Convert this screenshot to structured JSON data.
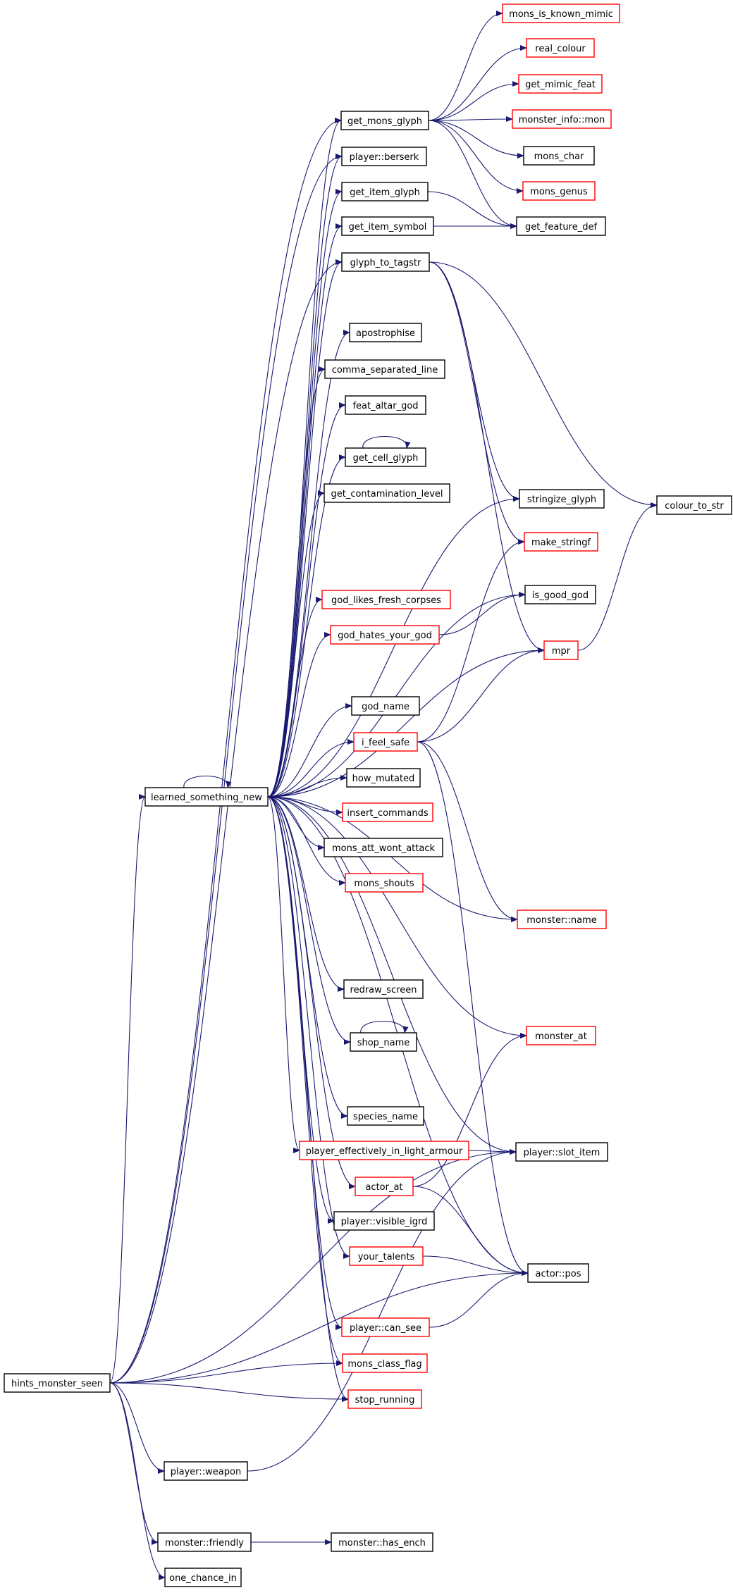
{
  "colors": {
    "edge": "#191970",
    "normal_border": "#000000",
    "truncated_border": "#ff0000",
    "root_fill": "#bfbfbf"
  },
  "nodes": [
    {
      "id": "hints_monster_seen",
      "label": "hints_monster_seen",
      "style": "root"
    },
    {
      "id": "learned_something_new",
      "label": "learned_something_new",
      "style": "normal"
    },
    {
      "id": "get_mons_glyph",
      "label": "get_mons_glyph",
      "style": "normal"
    },
    {
      "id": "mons_is_known_mimic",
      "label": "mons_is_known_mimic",
      "style": "truncated"
    },
    {
      "id": "real_colour",
      "label": "real_colour",
      "style": "truncated"
    },
    {
      "id": "get_mimic_feat",
      "label": "get_mimic_feat",
      "style": "truncated"
    },
    {
      "id": "monster_info_mon",
      "label": "monster_info::mon",
      "style": "truncated"
    },
    {
      "id": "mons_char",
      "label": "mons_char",
      "style": "normal"
    },
    {
      "id": "mons_genus",
      "label": "mons_genus",
      "style": "truncated"
    },
    {
      "id": "player_berserk",
      "label": "player::berserk",
      "style": "normal"
    },
    {
      "id": "get_item_glyph",
      "label": "get_item_glyph",
      "style": "normal"
    },
    {
      "id": "get_item_symbol",
      "label": "get_item_symbol",
      "style": "normal"
    },
    {
      "id": "get_feature_def",
      "label": "get_feature_def",
      "style": "normal"
    },
    {
      "id": "glyph_to_tagstr",
      "label": "glyph_to_tagstr",
      "style": "normal"
    },
    {
      "id": "apostrophise",
      "label": "apostrophise",
      "style": "normal"
    },
    {
      "id": "comma_separated_line",
      "label": "comma_separated_line",
      "style": "normal"
    },
    {
      "id": "feat_altar_god",
      "label": "feat_altar_god",
      "style": "normal"
    },
    {
      "id": "get_cell_glyph",
      "label": "get_cell_glyph",
      "style": "normal"
    },
    {
      "id": "get_contamination_level",
      "label": "get_contamination_level",
      "style": "normal"
    },
    {
      "id": "stringize_glyph",
      "label": "stringize_glyph",
      "style": "normal"
    },
    {
      "id": "colour_to_str",
      "label": "colour_to_str",
      "style": "normal"
    },
    {
      "id": "make_stringf",
      "label": "make_stringf",
      "style": "truncated"
    },
    {
      "id": "is_good_god",
      "label": "is_good_god",
      "style": "normal"
    },
    {
      "id": "god_likes_fresh_corpses",
      "label": "god_likes_fresh_corpses",
      "style": "truncated"
    },
    {
      "id": "god_hates_your_god",
      "label": "god_hates_your_god",
      "style": "truncated"
    },
    {
      "id": "mpr",
      "label": "mpr",
      "style": "truncated"
    },
    {
      "id": "god_name",
      "label": "god_name",
      "style": "normal"
    },
    {
      "id": "i_feel_safe",
      "label": "i_feel_safe",
      "style": "truncated"
    },
    {
      "id": "how_mutated",
      "label": "how_mutated",
      "style": "normal"
    },
    {
      "id": "insert_commands",
      "label": "insert_commands",
      "style": "truncated"
    },
    {
      "id": "mons_att_wont_attack",
      "label": "mons_att_wont_attack",
      "style": "normal"
    },
    {
      "id": "mons_shouts",
      "label": "mons_shouts",
      "style": "truncated"
    },
    {
      "id": "monster_name",
      "label": "monster::name",
      "style": "truncated"
    },
    {
      "id": "redraw_screen",
      "label": "redraw_screen",
      "style": "normal"
    },
    {
      "id": "shop_name",
      "label": "shop_name",
      "style": "normal"
    },
    {
      "id": "monster_at",
      "label": "monster_at",
      "style": "truncated"
    },
    {
      "id": "species_name",
      "label": "species_name",
      "style": "normal"
    },
    {
      "id": "player_effectively_in_light_armour",
      "label": "player_effectively_in_light_armour",
      "style": "truncated"
    },
    {
      "id": "player_slot_item",
      "label": "player::slot_item",
      "style": "normal"
    },
    {
      "id": "actor_at",
      "label": "actor_at",
      "style": "truncated"
    },
    {
      "id": "player_visible_igrd",
      "label": "player::visible_igrd",
      "style": "normal"
    },
    {
      "id": "your_talents",
      "label": "your_talents",
      "style": "truncated"
    },
    {
      "id": "actor_pos",
      "label": "actor::pos",
      "style": "normal"
    },
    {
      "id": "player_can_see",
      "label": "player::can_see",
      "style": "truncated"
    },
    {
      "id": "mons_class_flag",
      "label": "mons_class_flag",
      "style": "truncated"
    },
    {
      "id": "stop_running",
      "label": "stop_running",
      "style": "truncated"
    },
    {
      "id": "player_weapon",
      "label": "player::weapon",
      "style": "normal"
    },
    {
      "id": "monster_friendly",
      "label": "monster::friendly",
      "style": "normal"
    },
    {
      "id": "monster_has_ench",
      "label": "monster::has_ench",
      "style": "normal"
    },
    {
      "id": "one_chance_in",
      "label": "one_chance_in",
      "style": "normal"
    }
  ],
  "edges": [
    [
      "hints_monster_seen",
      "learned_something_new"
    ],
    [
      "hints_monster_seen",
      "get_mons_glyph"
    ],
    [
      "hints_monster_seen",
      "player_berserk"
    ],
    [
      "hints_monster_seen",
      "glyph_to_tagstr"
    ],
    [
      "hints_monster_seen",
      "mons_class_flag"
    ],
    [
      "hints_monster_seen",
      "stop_running"
    ],
    [
      "hints_monster_seen",
      "player_slot_item"
    ],
    [
      "hints_monster_seen",
      "actor_pos"
    ],
    [
      "hints_monster_seen",
      "player_weapon"
    ],
    [
      "hints_monster_seen",
      "monster_friendly"
    ],
    [
      "hints_monster_seen",
      "one_chance_in"
    ],
    [
      "learned_something_new",
      "learned_something_new"
    ],
    [
      "learned_something_new",
      "get_mons_glyph"
    ],
    [
      "learned_something_new",
      "player_berserk"
    ],
    [
      "learned_something_new",
      "get_item_glyph"
    ],
    [
      "learned_something_new",
      "get_item_symbol"
    ],
    [
      "learned_something_new",
      "glyph_to_tagstr"
    ],
    [
      "learned_something_new",
      "apostrophise"
    ],
    [
      "learned_something_new",
      "comma_separated_line"
    ],
    [
      "learned_something_new",
      "feat_altar_god"
    ],
    [
      "learned_something_new",
      "get_cell_glyph"
    ],
    [
      "learned_something_new",
      "get_contamination_level"
    ],
    [
      "learned_something_new",
      "stringize_glyph"
    ],
    [
      "learned_something_new",
      "is_good_god"
    ],
    [
      "learned_something_new",
      "god_likes_fresh_corpses"
    ],
    [
      "learned_something_new",
      "god_hates_your_god"
    ],
    [
      "learned_something_new",
      "mpr"
    ],
    [
      "learned_something_new",
      "god_name"
    ],
    [
      "learned_something_new",
      "i_feel_safe"
    ],
    [
      "learned_something_new",
      "how_mutated"
    ],
    [
      "learned_something_new",
      "insert_commands"
    ],
    [
      "learned_something_new",
      "mons_att_wont_attack"
    ],
    [
      "learned_something_new",
      "mons_shouts"
    ],
    [
      "learned_something_new",
      "monster_name"
    ],
    [
      "learned_something_new",
      "redraw_screen"
    ],
    [
      "learned_something_new",
      "shop_name"
    ],
    [
      "learned_something_new",
      "monster_at"
    ],
    [
      "learned_something_new",
      "species_name"
    ],
    [
      "learned_something_new",
      "player_effectively_in_light_armour"
    ],
    [
      "learned_something_new",
      "player_slot_item"
    ],
    [
      "learned_something_new",
      "actor_at"
    ],
    [
      "learned_something_new",
      "player_visible_igrd"
    ],
    [
      "learned_something_new",
      "your_talents"
    ],
    [
      "learned_something_new",
      "actor_pos"
    ],
    [
      "learned_something_new",
      "player_can_see"
    ],
    [
      "learned_something_new",
      "mons_class_flag"
    ],
    [
      "learned_something_new",
      "stop_running"
    ],
    [
      "get_mons_glyph",
      "mons_is_known_mimic"
    ],
    [
      "get_mons_glyph",
      "real_colour"
    ],
    [
      "get_mons_glyph",
      "get_mimic_feat"
    ],
    [
      "get_mons_glyph",
      "monster_info_mon"
    ],
    [
      "get_mons_glyph",
      "mons_char"
    ],
    [
      "get_mons_glyph",
      "mons_genus"
    ],
    [
      "get_mons_glyph",
      "get_feature_def"
    ],
    [
      "get_item_glyph",
      "get_feature_def"
    ],
    [
      "get_item_symbol",
      "get_feature_def"
    ],
    [
      "glyph_to_tagstr",
      "stringize_glyph"
    ],
    [
      "glyph_to_tagstr",
      "colour_to_str"
    ],
    [
      "glyph_to_tagstr",
      "make_stringf"
    ],
    [
      "glyph_to_tagstr",
      "mpr"
    ],
    [
      "get_cell_glyph",
      "get_cell_glyph"
    ],
    [
      "god_hates_your_god",
      "is_good_god"
    ],
    [
      "mpr",
      "colour_to_str"
    ],
    [
      "i_feel_safe",
      "make_stringf"
    ],
    [
      "i_feel_safe",
      "mpr"
    ],
    [
      "i_feel_safe",
      "monster_name"
    ],
    [
      "i_feel_safe",
      "actor_pos"
    ],
    [
      "shop_name",
      "shop_name"
    ],
    [
      "player_effectively_in_light_armour",
      "player_slot_item"
    ],
    [
      "actor_at",
      "monster_at"
    ],
    [
      "actor_at",
      "actor_pos"
    ],
    [
      "your_talents",
      "actor_pos"
    ],
    [
      "player_can_see",
      "actor_pos"
    ],
    [
      "player_weapon",
      "player_slot_item"
    ],
    [
      "monster_friendly",
      "monster_has_ench"
    ]
  ]
}
